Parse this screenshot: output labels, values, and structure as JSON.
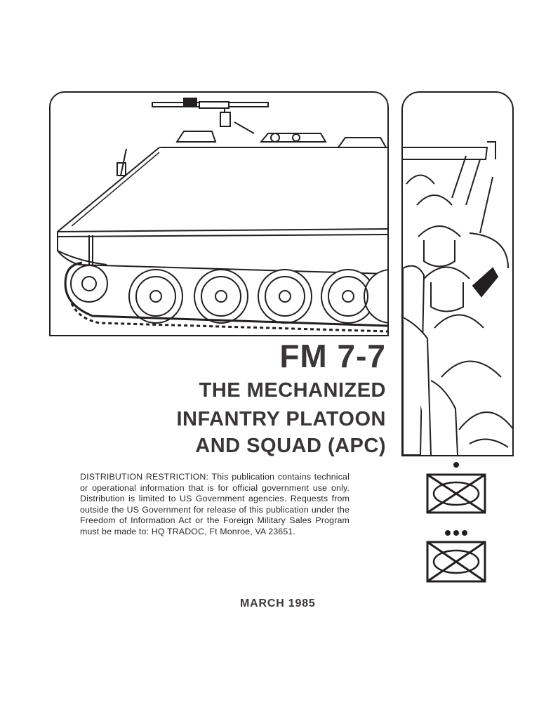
{
  "document": {
    "field_manual_number": "FM 7-7",
    "title_lines": [
      "THE MECHANIZED",
      "INFANTRY PLATOON",
      "AND SQUAD (APC)"
    ],
    "distribution_restriction": "DISTRIBUTION RESTRICTION: This publication contains technical or operational information that is for official government use only. Distribution is limited to US Government agencies. Requests from outside the US Government for release of this publication under the Freedom of Information Act or the Foreign Military Sales Program must be made to: HQ TRADOC, Ft Monroe, VA 23651.",
    "date": "MARCH 1985"
  },
  "illustrations": {
    "vehicle": "armored-personnel-carrier-drawing",
    "soldiers": "infantry-soldiers-drawing"
  },
  "unit_symbols": [
    {
      "name": "squad",
      "echelon_dots": 1
    },
    {
      "name": "platoon",
      "echelon_dots": 3
    }
  ],
  "colors": {
    "ink": "#231f20",
    "paper": "#ffffff"
  }
}
